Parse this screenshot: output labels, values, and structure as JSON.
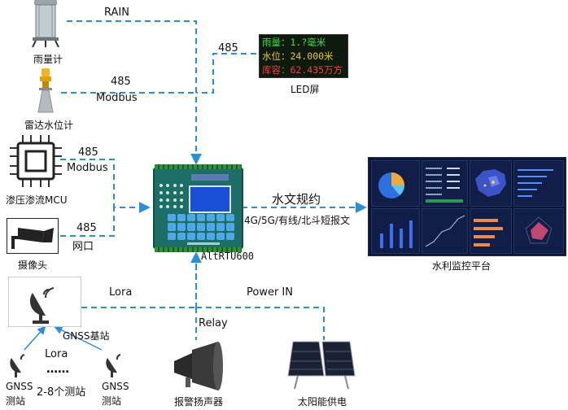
{
  "nodes": {
    "rain_gauge": "雨量计",
    "radar_level": "雷达水位计",
    "seepage_mcu": "渗压渗流MCU",
    "camera": "摄像头",
    "gnss_base": "GNSS基站",
    "gnss_station_left_line1": "GNSS",
    "gnss_station_left_line2": "测站",
    "gnss_station_right_line1": "GNSS",
    "gnss_station_right_line2": "测站",
    "gnss_count": "2-8个测站",
    "gnss_dots": "……",
    "alarm_speaker": "报警扬声器",
    "solar_power": "太阳能供电",
    "rtu": "AltRTU600",
    "led_screen": "LED屏",
    "platform": "水利监控平台"
  },
  "led_display": {
    "line1": "雨量：1.?毫米",
    "line2": "水位：24.000米",
    "line3": "库容：62.435万方"
  },
  "links": {
    "rain": "RAIN",
    "led_485": "485",
    "radar_485": "485",
    "radar_modbus": "Modbus",
    "mcu_485": "485",
    "mcu_modbus": "Modbus",
    "camera_485": "485",
    "camera_net": "网口",
    "lora_top": "Lora",
    "lora_bottom": "Lora",
    "power_in": "Power IN",
    "relay": "Relay",
    "protocol": "水文规约",
    "channels": "4G/5G/有线/北斗短报文"
  },
  "colors": {
    "wire": "#2a8fd9",
    "rtu_body": "#1d6e66",
    "dashboard_bg": "#0c1637"
  }
}
